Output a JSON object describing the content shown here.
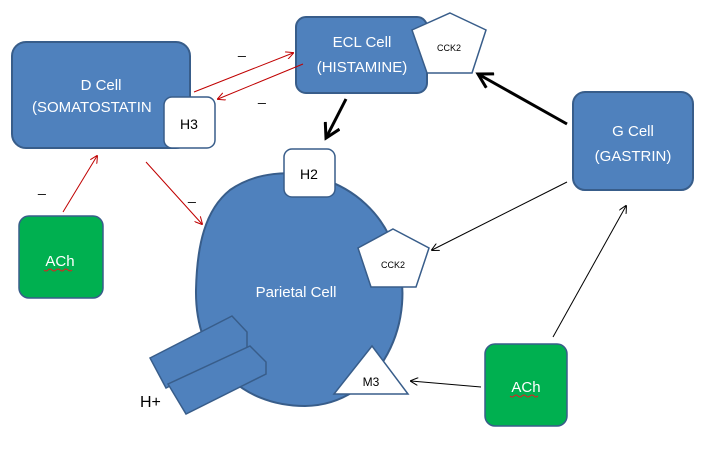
{
  "diagram": {
    "d_cell": {
      "line1": "D Cell",
      "line2": "(SOMATOSTATIN"
    },
    "ecl_cell": {
      "line1": "ECL Cell",
      "line2": "(HISTAMINE)"
    },
    "g_cell": {
      "line1": "G Cell",
      "line2": "(GASTRIN)"
    },
    "parietal_cell": {
      "label": "Parietal Cell"
    },
    "ach_left": {
      "label": "ACh"
    },
    "ach_right": {
      "label": "ACh"
    },
    "receptors": {
      "h3": "H3",
      "h2": "H2",
      "cck2_ecl": "CCK2",
      "cck2_parietal": "CCK2",
      "m3": "M3"
    },
    "proton_label": "H+",
    "inhibition_marks": {
      "ach_to_d": "_",
      "d_to_ecl": "_",
      "ecl_to_d": "_",
      "d_to_parietal": "_"
    },
    "colors": {
      "cell_fill": "#4f81bd",
      "cell_stroke": "#385d8a",
      "ach_fill": "#00b050",
      "inhibit_arrow": "#c00000",
      "stimulate_arrow": "#000000"
    }
  }
}
